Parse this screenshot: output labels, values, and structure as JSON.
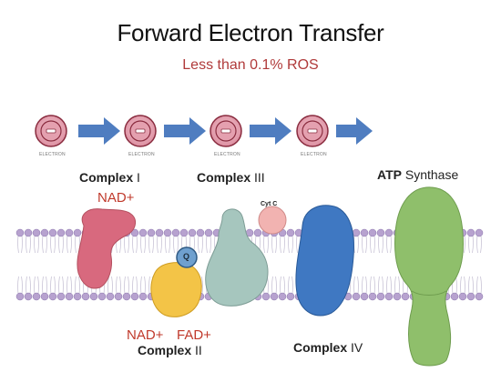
{
  "header": {
    "title": "Forward Electron Transfer",
    "subtitle": "Less than 0.1% ROS"
  },
  "electrons": {
    "label": "ELECTRON"
  },
  "complexes": {
    "c1_word": "Complex",
    "c1_num": "I",
    "c2_word": "Complex",
    "c2_num": "II",
    "c3_word": "Complex",
    "c3_num": "III",
    "c4_word": "Complex",
    "c4_num": "IV",
    "atp_word": "ATP",
    "atp_rest": "Synthase"
  },
  "labels": {
    "nad_plus_top": "NAD+",
    "nad_plus_bottom": "NAD+",
    "fad_plus": "FAD+",
    "cyt_c": "Cyt C",
    "q": "Q"
  },
  "colors": {
    "electron_fill": "#e7a9b6",
    "electron_ring": "#8a2c3f",
    "arrow": "#4f7dc0",
    "complex1": "#d8697e",
    "complex2": "#f3c447",
    "complex3": "#a6c6be",
    "complex4": "#3f78c2",
    "atp_synthase": "#8fbf6b",
    "q_ubiquinone": "#6fa0cf",
    "cytc": "#f2b3b1",
    "membrane_head": "#b7a2cf",
    "text_red": "#c0392b"
  }
}
